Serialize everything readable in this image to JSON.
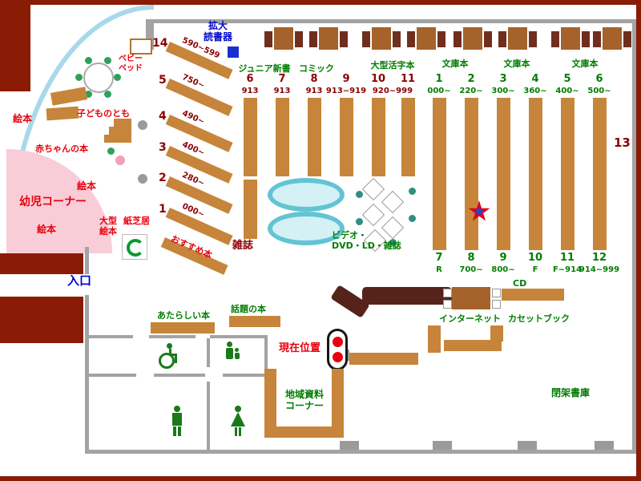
{
  "colors": {
    "wall_red": "#8a1b04",
    "shelf_tan": "#c6853a",
    "table_brown": "#a5622b",
    "chair_maroon": "#6f2f1f",
    "label_red": "#e8000d",
    "label_green": "#007d00",
    "label_dark_red": "#8b0000",
    "label_blue": "#0008c7",
    "kids_pink": "#f8cdd8",
    "magazine_cyan": "#62c4d4",
    "counter_brown": "#55231a",
    "wall_gray": "#a3a3a3",
    "arc_blue": "#a8d8ea"
  },
  "kids": {
    "ehon_top": "絵本",
    "ehon_mid": "絵本",
    "ehon_bottom": "絵本",
    "akachan": "赤ちゃんの本",
    "kodomo": "子どものとも",
    "yoji_corner": "幼児コーナー",
    "baby_bed_line1": "ベビー",
    "baby_bed_line2": "ベッド",
    "ogata_line1": "大型",
    "ogata_line2": "絵本",
    "kamishibai": "紙芝居",
    "osusume": "おすすめ本"
  },
  "entrance_label": "入口",
  "reader_line1": "拡大",
  "reader_line2": "読書器",
  "diag_shelves": [
    {
      "num": "14",
      "range": "590~599"
    },
    {
      "num": "5",
      "range": "750~"
    },
    {
      "num": "4",
      "range": "490~"
    },
    {
      "num": "3",
      "range": "400~"
    },
    {
      "num": "2",
      "range": "280~"
    },
    {
      "num": "1",
      "range": "000~"
    }
  ],
  "sections_top": [
    "ジュニア新書",
    "コミック",
    "大型活字本",
    "文庫本",
    "文庫本",
    "文庫本"
  ],
  "red_cols": {
    "nums": [
      "6",
      "7",
      "8",
      "9",
      "10",
      "11"
    ],
    "ranges": [
      "913",
      "913",
      "913",
      "913~919",
      "920~999"
    ]
  },
  "green_cols_top": [
    {
      "num": "1",
      "range": "000~"
    },
    {
      "num": "2",
      "range": "220~"
    },
    {
      "num": "3",
      "range": "300~"
    },
    {
      "num": "4",
      "range": "360~"
    },
    {
      "num": "5",
      "range": "400~"
    },
    {
      "num": "6",
      "range": "500~"
    }
  ],
  "green_cols_bottom": [
    {
      "num": "7",
      "range": "R"
    },
    {
      "num": "8",
      "range": "700~"
    },
    {
      "num": "9",
      "range": "800~"
    },
    {
      "num": "10",
      "range": "F"
    },
    {
      "num": "11",
      "range": "F~914"
    },
    {
      "num": "12",
      "range": "914~999"
    }
  ],
  "shelf13_label": "13",
  "media": {
    "zasshi": "雑誌",
    "video_line1": "ビデオ・",
    "video_line2": "DVD・LD・雑誌",
    "cd": "CD",
    "internet": "インターネット",
    "cassette": "カセットブック"
  },
  "south": {
    "atarashii": "あたらしい本",
    "wadai": "話題の本",
    "genzai": "現在位置",
    "chiiki_line1": "地域資料",
    "chiiki_line2": "コーナー",
    "heika": "閉架書庫"
  }
}
